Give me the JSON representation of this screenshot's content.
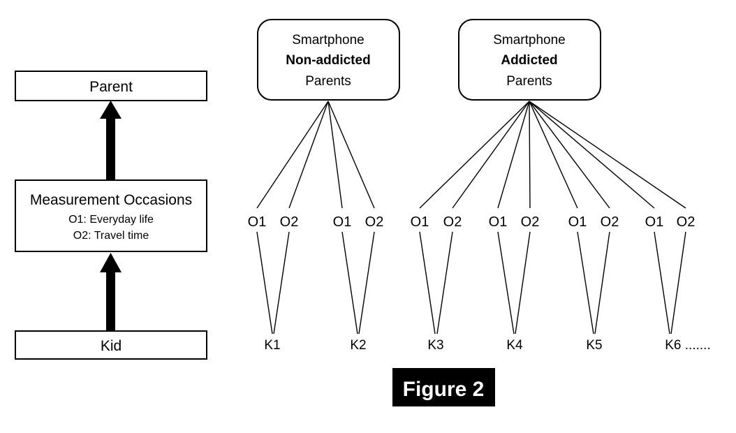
{
  "figure": {
    "caption": "Figure 2",
    "caption_bg_color": "#000000",
    "caption_text_color": "#ffffff",
    "background_color": "#ffffff",
    "line_color": "#000000"
  },
  "left_panel": {
    "name": "multilevel-structure-legend",
    "boxes": [
      {
        "id": "parent",
        "title": "Parent",
        "sublines": []
      },
      {
        "id": "measurement-occasions",
        "title": "Measurement Occasions",
        "sublines": [
          "O1: Everyday life",
          "O2: Travel time"
        ]
      },
      {
        "id": "kid",
        "title": "Kid",
        "sublines": []
      }
    ],
    "arrows": [
      {
        "id": "kid-to-occasions",
        "from": "kid",
        "to": "measurement-occasions",
        "direction": "up"
      },
      {
        "id": "occasions-to-parent",
        "from": "measurement-occasions",
        "to": "parent",
        "direction": "up"
      }
    ]
  },
  "right_panel": {
    "name": "sampling-tree",
    "groups": [
      {
        "id": "non-addicted",
        "line1": "Smartphone",
        "line2": "Non-addicted",
        "line3": "Parents",
        "kids": [
          {
            "label": "K1",
            "occasions": [
              "O1",
              "O2"
            ]
          },
          {
            "label": "K2",
            "occasions": [
              "O1",
              "O2"
            ]
          }
        ]
      },
      {
        "id": "addicted",
        "line1": "Smartphone",
        "line2": "Addicted",
        "line3": "Parents",
        "kids": [
          {
            "label": "K3",
            "occasions": [
              "O1",
              "O2"
            ]
          },
          {
            "label": "K4",
            "occasions": [
              "O1",
              "O2"
            ]
          },
          {
            "label": "K5",
            "occasions": [
              "O1",
              "O2"
            ]
          },
          {
            "label": "K6 .......",
            "occasions": [
              "O1",
              "O2"
            ]
          }
        ]
      }
    ]
  }
}
